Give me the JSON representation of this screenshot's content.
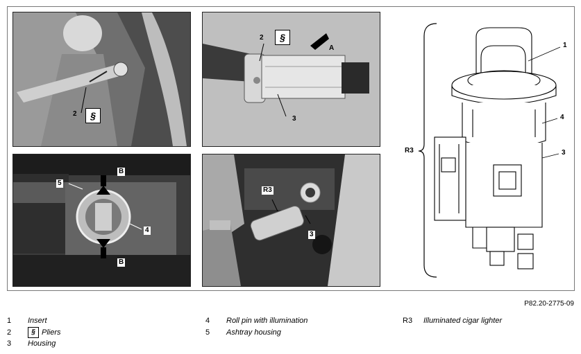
{
  "photos": {
    "top_left": {
      "callout_2": "2",
      "tool_icon": "pliers-icon"
    },
    "top_middle": {
      "callout_2": "2",
      "callout_3": "3",
      "callout_a": "A",
      "tool_icon": "pliers-icon"
    },
    "bottom_left": {
      "callout_5": "5",
      "callout_4": "4",
      "callout_b_top": "B",
      "callout_b_bottom": "B"
    },
    "bottom_middle": {
      "callout_r3": "R3",
      "callout_3": "3"
    }
  },
  "diagram": {
    "callout_1": "1",
    "callout_4": "4",
    "callout_3": "3",
    "callout_r3": "R3"
  },
  "figure_ref": "P82.20-2775-09",
  "legend": {
    "col1": [
      {
        "num": "1",
        "text": "Insert",
        "icon": false
      },
      {
        "num": "2",
        "text": "Pliers",
        "icon": true,
        "icon_name": "pliers-icon"
      },
      {
        "num": "3",
        "text": "Housing",
        "icon": false
      }
    ],
    "col2": [
      {
        "num": "4",
        "text": "Roll pin with illumination"
      },
      {
        "num": "5",
        "text": "Ashtray housing"
      }
    ],
    "col3": [
      {
        "num": "R3",
        "text": "Illuminated cigar lighter"
      }
    ]
  }
}
